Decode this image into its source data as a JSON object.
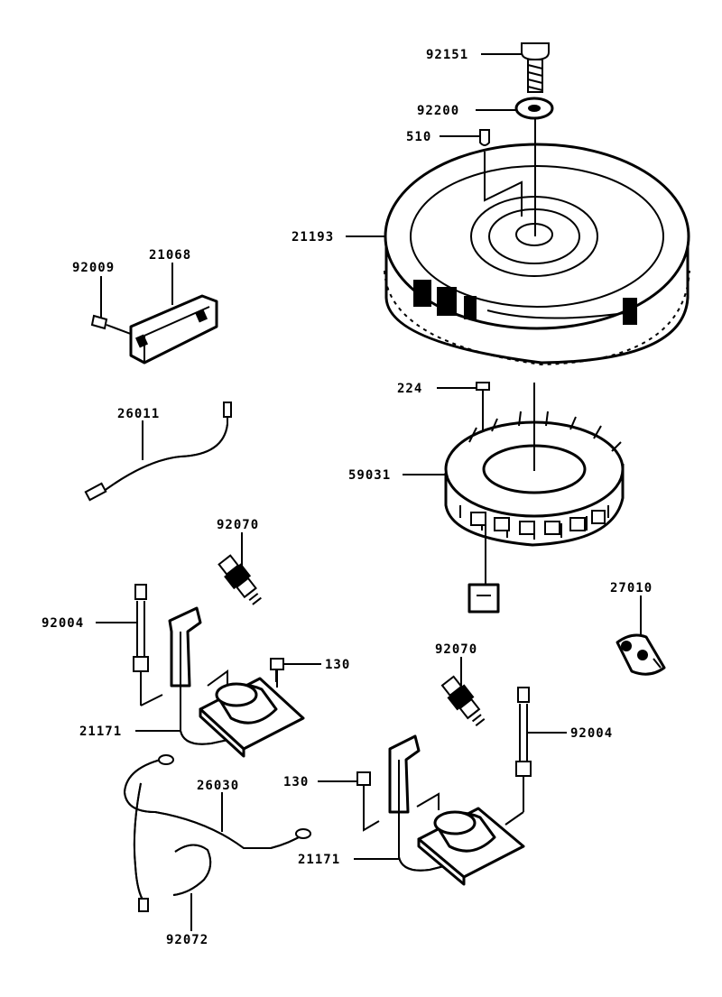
{
  "callouts": {
    "bolt_top": "92151",
    "washer": "92200",
    "key": "510",
    "flywheel": "21193",
    "screw_module": "92009",
    "module": "21068",
    "lead_wire": "26011",
    "bolt_stator": "224",
    "stator": "59031",
    "spark_plug_left": "92070",
    "stud_left": "92004",
    "bolt_coil_left": "130",
    "coil_left": "21171",
    "harness": "26030",
    "clip": "92072",
    "spark_plug_right": "92070",
    "stud_right": "92004",
    "bolt_coil_right": "130",
    "coil_right": "21171",
    "connector": "27010"
  }
}
